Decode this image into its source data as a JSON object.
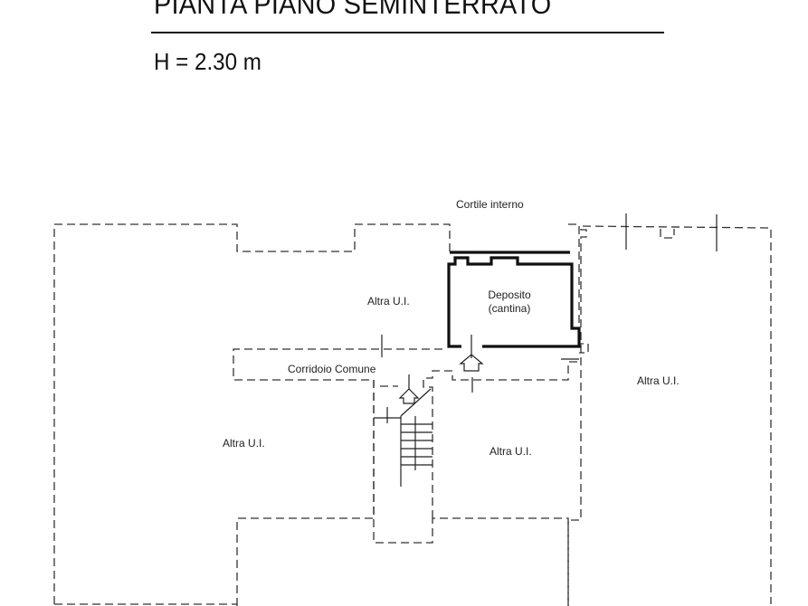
{
  "header": {
    "title": "PIANTA PIANO SEMINTERRATO",
    "height_label": "H = 2.30 m"
  },
  "plan": {
    "courtyard_label": "Cortile interno",
    "rooms": [
      {
        "label": "Altra U.I."
      },
      {
        "label": "Deposito"
      },
      {
        "label": "(cantina)"
      },
      {
        "label": "Corridoio Comune"
      },
      {
        "label": "Altra U.I."
      },
      {
        "label": "Altra U.I."
      },
      {
        "label": "Altra U.I."
      }
    ]
  }
}
